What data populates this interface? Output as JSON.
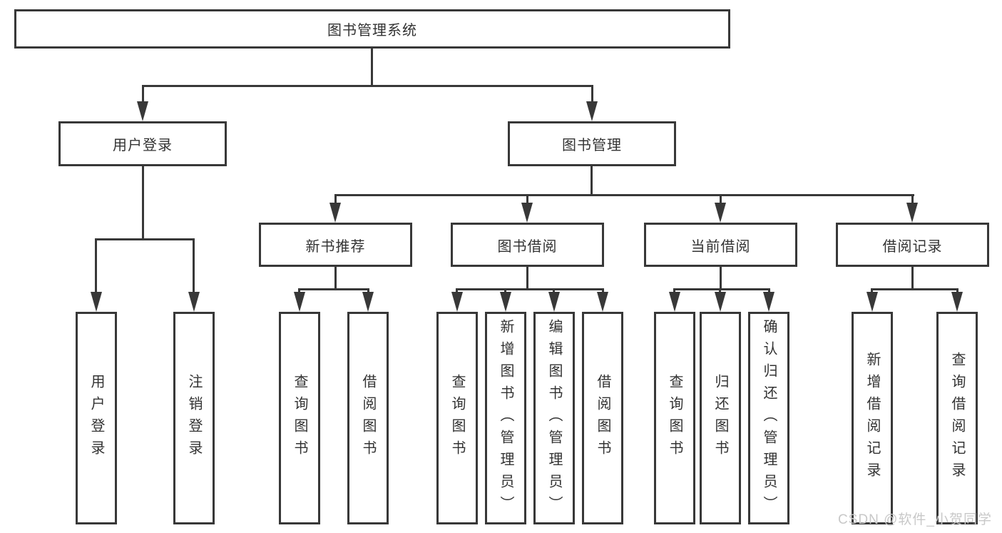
{
  "title": "图书管理系统",
  "nodes": {
    "user_login": "用户登录",
    "book_mgmt": "图书管理",
    "new_book": "新书推荐",
    "book_borrow": "图书借阅",
    "current_borrow": "当前借阅",
    "borrow_record": "借阅记录"
  },
  "leaves": {
    "user_login": [
      "用户登录",
      "注销登录"
    ],
    "new_book": [
      "查询图书",
      "借阅图书"
    ],
    "book_borrow": [
      "查询图书",
      "新增图书（管理员）",
      "编辑图书（管理员）",
      "借阅图书"
    ],
    "current_borrow": [
      "查询图书",
      "归还图书",
      "确认归还（管理员）"
    ],
    "borrow_record": [
      "新增借阅记录",
      "查询借阅记录"
    ]
  },
  "watermark": "CSDN @软件_小贺同学",
  "colors": {
    "line": "#383838",
    "text": "#333333",
    "watermark": "#c8c8c8",
    "background": "#ffffff"
  }
}
